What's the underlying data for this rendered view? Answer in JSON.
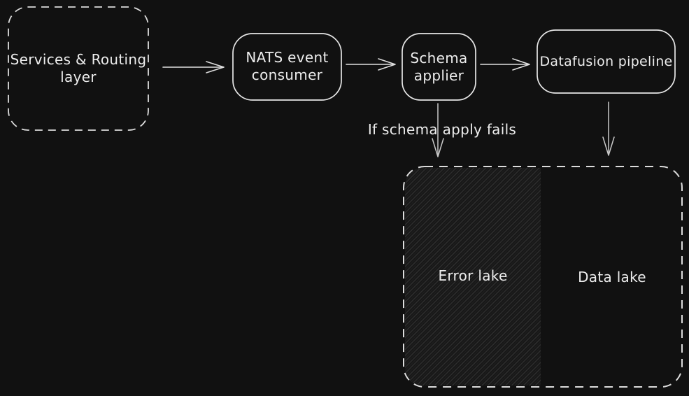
{
  "colors": {
    "background": "#111111",
    "stroke": "#e6e6e6",
    "text": "#ededed",
    "hatch_fill": "#171717",
    "hatch_line": "#2e2e2e"
  },
  "diagram": {
    "nodes": {
      "services": {
        "line1": "Services & Routing",
        "line2": "layer"
      },
      "nats": {
        "line1": "NATS event",
        "line2": "consumer"
      },
      "schema": {
        "line1": "Schema",
        "line2": "applier"
      },
      "datafusion": {
        "label": "Datafusion pipeline"
      }
    },
    "edge_label": "If schema apply fails",
    "lakes": {
      "error": "Error lake",
      "data": "Data lake"
    }
  }
}
